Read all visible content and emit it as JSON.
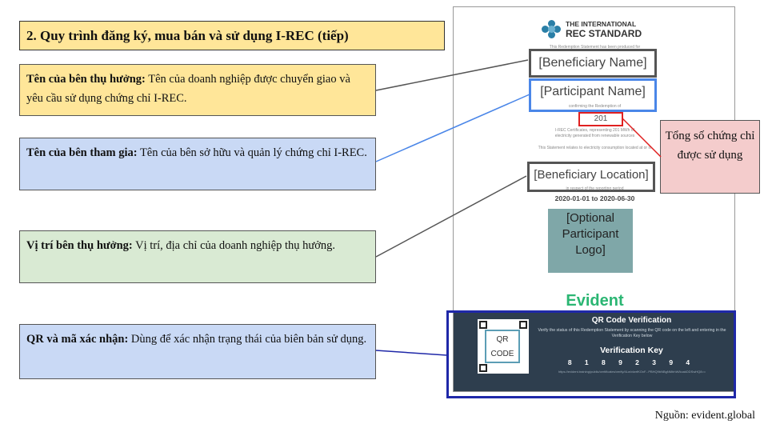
{
  "slide": {
    "title": "2. Quy trình đăng ký, mua bán và sử dụng I-REC (tiếp)",
    "callouts": [
      {
        "label": "Tên của bên thụ hưởng:",
        "text": " Tên của doanh nghiệp được chuyển giao và yêu cầu sử dụng chứng chỉ I-REC."
      },
      {
        "label": "Tên của bên tham gia:",
        "text": " Tên của bên sở hữu và quản lý chứng chỉ I-REC."
      },
      {
        "label": "Vị trí bên thụ hưởng:",
        "text": " Vị trí, địa chỉ của doanh nghiệp thụ hưởng."
      },
      {
        "label": "QR và mã xác nhận:",
        "text": " Dùng để xác nhận trạng thái của biên bản sử dụng."
      }
    ],
    "note": "Tổng số chứng chỉ được sử dụng",
    "source": "Nguồn: evident.global"
  },
  "certificate": {
    "logo_line1": "THE INTERNATIONAL",
    "logo_line2": "REC STANDARD",
    "intro": "This Redemption Statement has been produced for",
    "beneficiary_name": "[Beneficiary Name]",
    "participant_name": "[Participant Name]",
    "confirming": "confirming the Redemption of",
    "amount": "201",
    "amount_desc1": "I-REC Certificates, representing 201 MWh of",
    "amount_desc2": "electricity generated from renewable sources",
    "relates": "This Statement relates to electricity consumption located at or in",
    "beneficiary_location": "[Beneficiary Location]",
    "period_text": "in respect of the reporting period",
    "period": "2020-01-01 to 2020-06-30",
    "optional_logo": "[Optional Participant Logo]",
    "brand": "Evident",
    "qr_label": "QR CODE",
    "qr_heading": "QR Code Verification",
    "qr_description": "Verify the status of this Redemption Statement by scanning the QR code on the left and entering in the Verification Key below",
    "verification_key_label": "Verification Key",
    "verification_key": "8 1 8 9 2 3 9 4",
    "verification_url": "https://evident.training/public/certificates/verify/4Lw/vlwrfKOxF...PBHQ9bNBgNMbhW/koakDDSwHQ8=="
  },
  "colors": {
    "title_bg": "#ffe699",
    "blue_box": "#c9d9f5",
    "green_box": "#d9ead3",
    "note_bg": "#f4cccc",
    "evident_green": "#2bb673",
    "dark_panel": "#2e3e4e"
  }
}
